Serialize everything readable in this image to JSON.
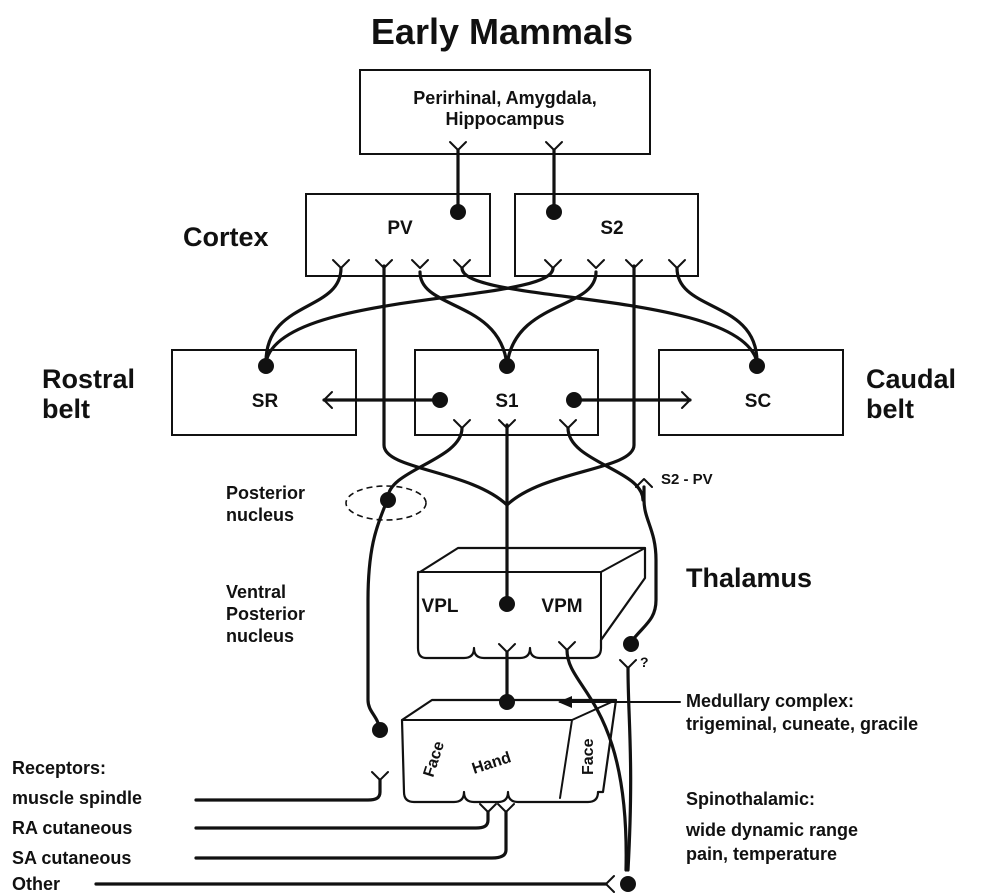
{
  "title": "Early Mammals",
  "cortex_label": "Cortex",
  "thalamus_label": "Thalamus",
  "areas": {
    "top": [
      "Perirhinal, Amygdala,",
      "Hippocampus"
    ],
    "pv": "PV",
    "s2": "S2",
    "sr": "SR",
    "s1": "S1",
    "sc": "SC"
  },
  "belts": {
    "rostral": [
      "Rostral",
      "belt"
    ],
    "caudal": [
      "Caudal",
      "belt"
    ]
  },
  "nuclei": {
    "posterior": [
      "Posterior",
      "nucleus"
    ],
    "ventral_posterior": [
      "Ventral",
      "Posterior",
      "nucleus"
    ],
    "vpl": "VPL",
    "vpm": "VPM",
    "s2_pv": "S2 - PV",
    "question": "?"
  },
  "medulla": {
    "label": [
      "Medullary complex:",
      "trigeminal, cuneate, gracile"
    ],
    "face_left": "Face",
    "hand": "Hand",
    "face_right": "Face"
  },
  "spinothalamic": [
    "Spinothalamic:",
    "wide dynamic range",
    "pain, temperature"
  ],
  "inputs": {
    "receptors": "Receptors:",
    "muscle_spindle": "muscle spindle",
    "ra_cutaneous": "RA cutaneous",
    "sa_cutaneous": "SA cutaneous",
    "other": "Other"
  },
  "colors": {
    "ink": "#111111",
    "background": "#ffffff"
  }
}
